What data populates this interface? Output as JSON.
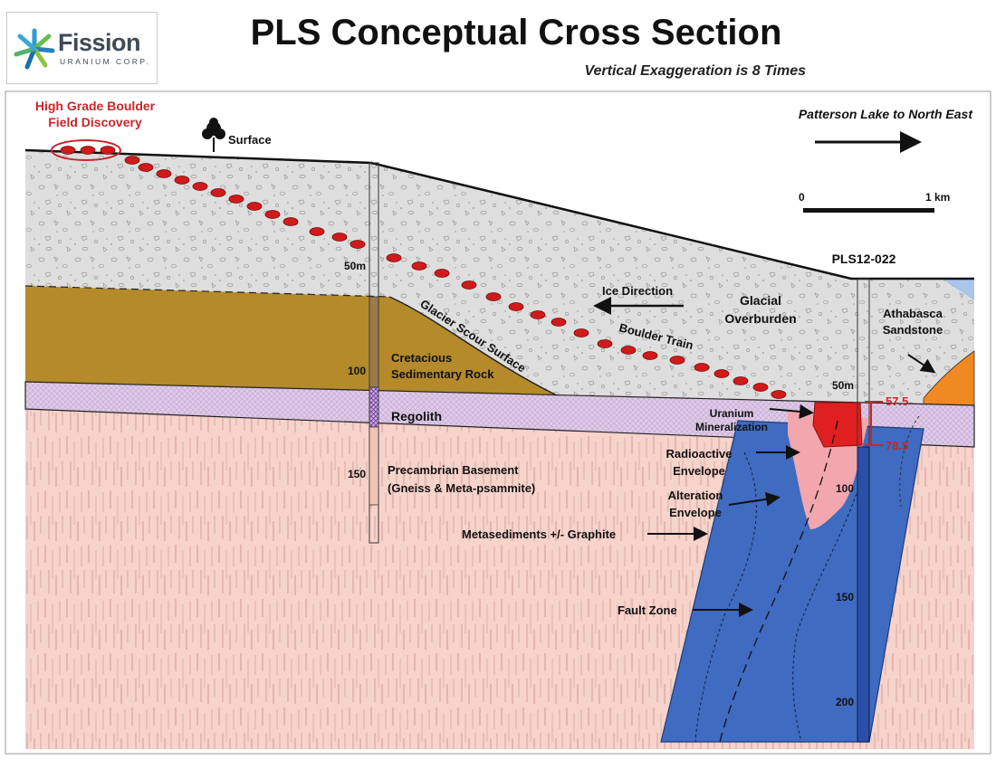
{
  "logo": {
    "name": "Fission",
    "subtitle": "URANIUM CORP."
  },
  "title": "PLS Conceptual Cross Section",
  "subtitle": "Vertical Exaggeration is 8 Times",
  "direction_label": "Patterson Lake to North East",
  "scale_bar": {
    "start": "0",
    "end": "1 km"
  },
  "labels": {
    "boulder_discovery_1": "High Grade Boulder",
    "boulder_discovery_2": "Field Discovery",
    "surface": "Surface",
    "ice_direction": "Ice Direction",
    "glacial_1": "Glacial",
    "glacial_2": "Overburden",
    "glacier_scour": "Glacier Scour Surface",
    "boulder_train": "Boulder Train",
    "cretaceous_1": "Cretacious",
    "cretaceous_2": "Sedimentary Rock",
    "regolith": "Regolith",
    "precambrian_1": "Precambrian Basement",
    "precambrian_2": "(Gneiss & Meta-psammite)",
    "athabasca_1": "Athabasca",
    "athabasca_2": "Sandstone",
    "uranium_1": "Uranium",
    "uranium_2": "Mineralization",
    "radioactive_1": "Radioactive",
    "radioactive_2": "Envelope",
    "alteration_1": "Alteration",
    "alteration_2": "Envelope",
    "metasediments": "Metasediments +/- Graphite",
    "fault_zone": "Fault Zone",
    "drillhole": "PLS12-022"
  },
  "left_hole_depths": [
    "50m",
    "100",
    "150"
  ],
  "right_hole_depths": [
    "50m",
    "100",
    "150",
    "200"
  ],
  "intercepts": [
    "57.5",
    "78.5"
  ],
  "colors": {
    "overburden": "#dcdcdc",
    "cretaceous": "#b48a2a",
    "regolith": "#ddc8e6",
    "basement": "#f6d3cb",
    "basement_streak": "#c98b88",
    "graphite_zone": "#3f6bc0",
    "envelope": "#f2a6ad",
    "mineralization": "#e02020",
    "boulder": "#d11a1a",
    "sandstone": "#ef8a22",
    "water": "#a9c6e8"
  }
}
